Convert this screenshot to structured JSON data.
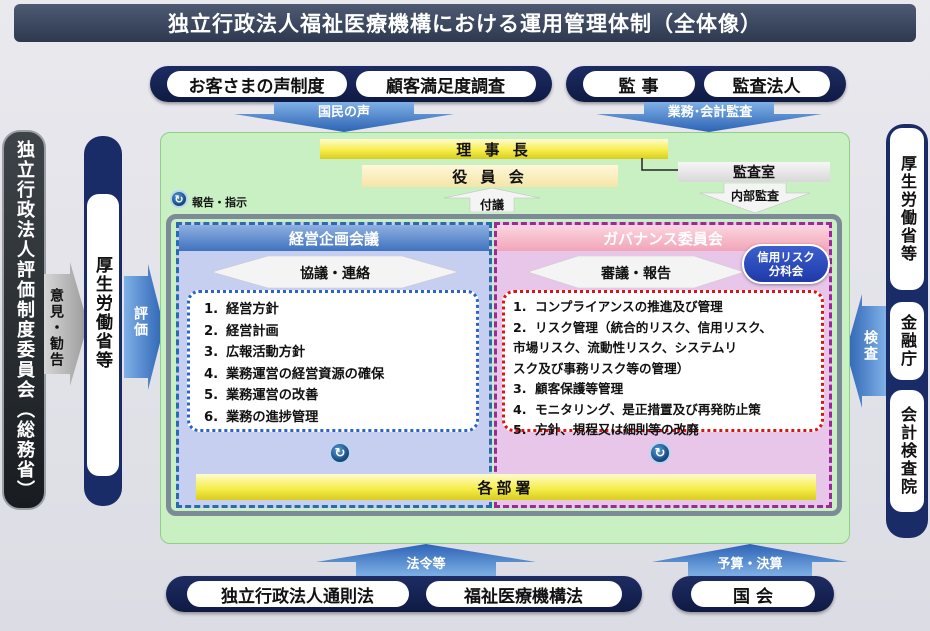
{
  "title": "独立行政法人福祉医療機構における運用管理体制（全体像）",
  "top_left_group": {
    "items": [
      "お客さまの声制度",
      "顧客満足度調査"
    ],
    "arrow_label": "国民の声"
  },
  "top_right_group": {
    "items": [
      "監 事",
      "監査法人"
    ],
    "arrow_label": "業務･会計監査"
  },
  "left_outer": {
    "label": "独立行政法人評価制度委員会（総務省）",
    "arrow_label": "意見・勧告"
  },
  "left_inner": {
    "label": "厚生労働省等",
    "arrow_label": "評価"
  },
  "right_panel": {
    "items": [
      "厚生労働省等",
      "金融庁",
      "会計検査院"
    ],
    "arrow_label": "検査"
  },
  "org": {
    "chairman": "理 事 長",
    "board": "役 員 会",
    "audit_office": "監査室",
    "internal_audit": "内部監査",
    "consult": "付議",
    "report_instruct": "報告・指示",
    "departments": "各部署"
  },
  "management_council": {
    "title": "経営企画会議",
    "sub": "協議・連絡",
    "items": [
      {
        "num": "1.",
        "text": "経営方針"
      },
      {
        "num": "2.",
        "text": "経営計画"
      },
      {
        "num": "3.",
        "text": "広報活動方針"
      },
      {
        "num": "4.",
        "text": "業務運営の経営資源の確保"
      },
      {
        "num": "5.",
        "text": "業務運営の改善"
      },
      {
        "num": "6.",
        "text": "業務の進捗管理"
      }
    ]
  },
  "governance_committee": {
    "title": "ガバナンス委員会",
    "sub": "審議・報告",
    "badge_line1": "信用リスク",
    "badge_line2": "分科会",
    "items": [
      {
        "num": "1.",
        "lines": [
          "コンプライアンスの推進及び管理"
        ]
      },
      {
        "num": "2.",
        "lines": [
          "リスク管理（統合的リスク、信用リスク、",
          "市場リスク、流動性リスク、システムリ",
          "スク及び事務リスク等の管理）"
        ]
      },
      {
        "num": "3.",
        "lines": [
          "顧客保護等管理"
        ]
      },
      {
        "num": "4.",
        "lines": [
          "モニタリング、是正措置及び再発防止策"
        ]
      },
      {
        "num": "5.",
        "lines": [
          "方針、規程又は細則等の改廃"
        ]
      }
    ]
  },
  "bottom_left_group": {
    "items": [
      "独立行政法人通則法",
      "福祉医療機構法"
    ],
    "arrow_label": "法令等"
  },
  "bottom_right_group": {
    "items": [
      "国 会"
    ],
    "arrow_label": "予算・決算"
  }
}
